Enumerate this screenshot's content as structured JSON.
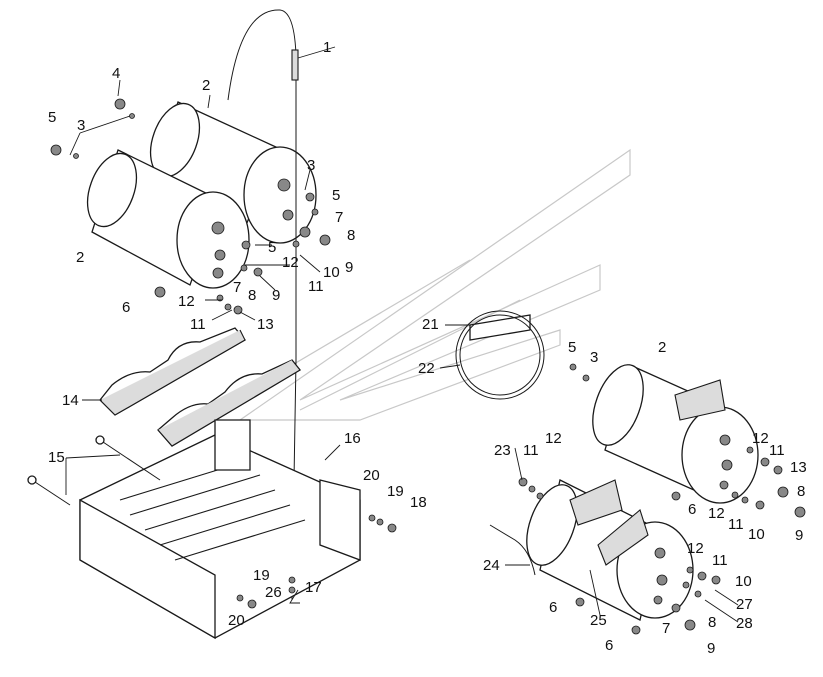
{
  "callouts": [
    {
      "id": "c1",
      "text": "1"
    },
    {
      "id": "c2a",
      "text": "2"
    },
    {
      "id": "c2b",
      "text": "2"
    },
    {
      "id": "c2c",
      "text": "2"
    },
    {
      "id": "c3a",
      "text": "3"
    },
    {
      "id": "c3b",
      "text": "3"
    },
    {
      "id": "c3c",
      "text": "3"
    },
    {
      "id": "c4",
      "text": "4"
    },
    {
      "id": "c5a",
      "text": "5"
    },
    {
      "id": "c5b",
      "text": "5"
    },
    {
      "id": "c5c",
      "text": "5"
    },
    {
      "id": "c5d",
      "text": "5"
    },
    {
      "id": "c6a",
      "text": "6"
    },
    {
      "id": "c6b",
      "text": "6"
    },
    {
      "id": "c6c",
      "text": "6"
    },
    {
      "id": "c6d",
      "text": "6"
    },
    {
      "id": "c7a",
      "text": "7"
    },
    {
      "id": "c7b",
      "text": "7"
    },
    {
      "id": "c7c",
      "text": "7"
    },
    {
      "id": "c8a",
      "text": "8"
    },
    {
      "id": "c8b",
      "text": "8"
    },
    {
      "id": "c8c",
      "text": "8"
    },
    {
      "id": "c8d",
      "text": "8"
    },
    {
      "id": "c9a",
      "text": "9"
    },
    {
      "id": "c9b",
      "text": "9"
    },
    {
      "id": "c9c",
      "text": "9"
    },
    {
      "id": "c9d",
      "text": "9"
    },
    {
      "id": "c10a",
      "text": "10"
    },
    {
      "id": "c10b",
      "text": "10"
    },
    {
      "id": "c10c",
      "text": "10"
    },
    {
      "id": "c11a",
      "text": "11"
    },
    {
      "id": "c11b",
      "text": "11"
    },
    {
      "id": "c11c",
      "text": "11"
    },
    {
      "id": "c11d",
      "text": "11"
    },
    {
      "id": "c11e",
      "text": "11"
    },
    {
      "id": "c11f",
      "text": "11"
    },
    {
      "id": "c12a",
      "text": "12"
    },
    {
      "id": "c12b",
      "text": "12"
    },
    {
      "id": "c12c",
      "text": "12"
    },
    {
      "id": "c12d",
      "text": "12"
    },
    {
      "id": "c12e",
      "text": "12"
    },
    {
      "id": "c12f",
      "text": "12"
    },
    {
      "id": "c13a",
      "text": "13"
    },
    {
      "id": "c13b",
      "text": "13"
    },
    {
      "id": "c14",
      "text": "14"
    },
    {
      "id": "c15",
      "text": "15"
    },
    {
      "id": "c16",
      "text": "16"
    },
    {
      "id": "c17",
      "text": "17"
    },
    {
      "id": "c18",
      "text": "18"
    },
    {
      "id": "c19a",
      "text": "19"
    },
    {
      "id": "c19b",
      "text": "19"
    },
    {
      "id": "c20a",
      "text": "20"
    },
    {
      "id": "c20b",
      "text": "20"
    },
    {
      "id": "c21",
      "text": "21"
    },
    {
      "id": "c22",
      "text": "22"
    },
    {
      "id": "c23",
      "text": "23"
    },
    {
      "id": "c24",
      "text": "24"
    },
    {
      "id": "c25",
      "text": "25"
    },
    {
      "id": "c26",
      "text": "26"
    },
    {
      "id": "c27",
      "text": "27"
    },
    {
      "id": "c28",
      "text": "28"
    }
  ]
}
